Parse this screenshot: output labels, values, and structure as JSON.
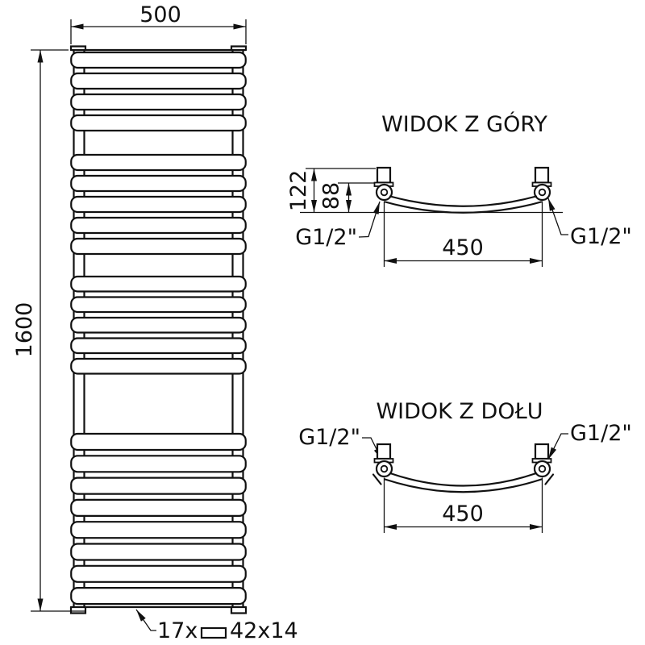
{
  "drawing": {
    "background": "#ffffff",
    "line_color": "#111111"
  },
  "front_view": {
    "width_dim": "500",
    "height_dim": "1600",
    "tube_count": "17x",
    "tube_profile": "42x14"
  },
  "top_view": {
    "title": "WIDOK Z GÓRY",
    "height_dim": "122",
    "depth_dim": "88",
    "spacing_dim": "450",
    "left_connection": "G1/2\"",
    "right_connection": "G1/2\""
  },
  "bottom_view": {
    "title": "WIDOK Z DOŁU",
    "spacing_dim": "450",
    "left_connection": "G1/2\"",
    "right_connection": "G1/2\""
  }
}
